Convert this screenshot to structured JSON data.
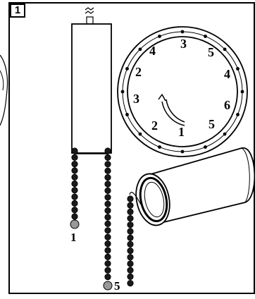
{
  "panel": {
    "step_number": "1"
  },
  "pendulum": {
    "left_weight_label": "1",
    "right_weight_label": "5"
  },
  "dial": {
    "numbers": [
      "3",
      "5",
      "4",
      "6",
      "5",
      "1",
      "2",
      "3",
      "2",
      "4"
    ],
    "arrow_direction": "counter-clockwise"
  },
  "cylinder": {
    "type": "rolled mat"
  }
}
